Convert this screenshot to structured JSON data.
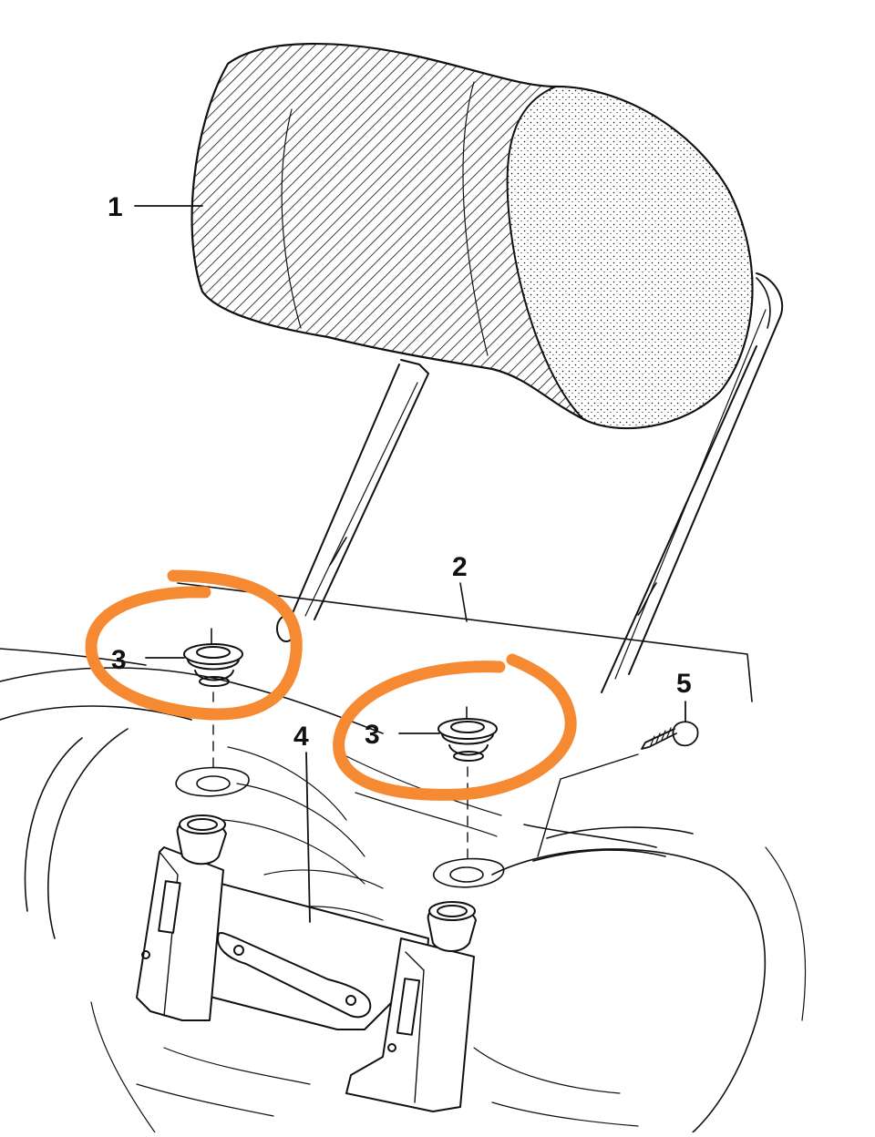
{
  "callouts": {
    "part_1": "1",
    "part_2": "2",
    "part_3_left": "3",
    "part_3_right": "3",
    "part_4": "4",
    "part_5": "5"
  },
  "colors": {
    "ink": "#111111",
    "highlight": "#f58a33",
    "background": "#ffffff"
  }
}
